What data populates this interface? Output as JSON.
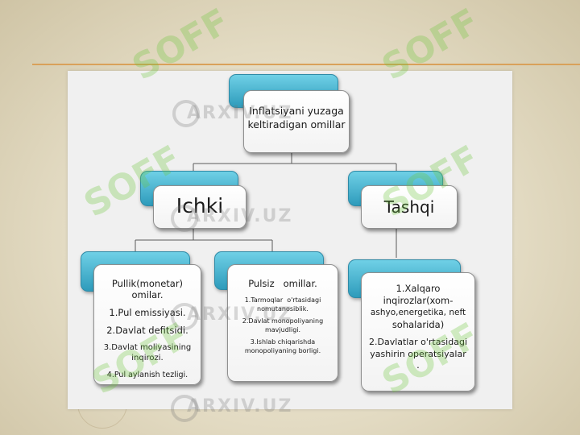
{
  "diagram": {
    "root": "Inflatsiyani yuzaga keltiradigan omillar",
    "internal": "Ichki",
    "external": "Tashqi",
    "monetary": {
      "title_line1": "Pullik(monetar)",
      "title_line2": "omilar.",
      "items": [
        "1.Pul emissiyasi.",
        "2.Davlat defitsidi.",
        "3.Davlat moliyasining",
        "inqirozi.",
        "4.Pul aylanish tezligi."
      ]
    },
    "nonmonetary": {
      "title": "Pulsiz   omillar.",
      "items": [
        "1.Tarmoqlar  o'rtasidagi",
        "nomutanosiblik.",
        "2.Davlat monopoliyaning",
        "mavjudligi.",
        "3.Ishlab chiqarishda",
        "monopoliyaning borligi."
      ]
    },
    "external_factors": {
      "items": [
        "1.Xalqaro",
        "inqirozlar(xom-",
        "ashyo,energetika, neft",
        "sohalarida)",
        "2.Davlatlar o'rtasidagi",
        "yashirin operatsiyalar",
        "."
      ]
    }
  },
  "watermarks": {
    "arxiv": "ARXIV.UZ",
    "green": "SOFF"
  },
  "colors": {
    "accent_rule": "#d9a15a",
    "tab_gradient_top": "#6fd0e6",
    "tab_gradient_bottom": "#2e9bbb"
  }
}
